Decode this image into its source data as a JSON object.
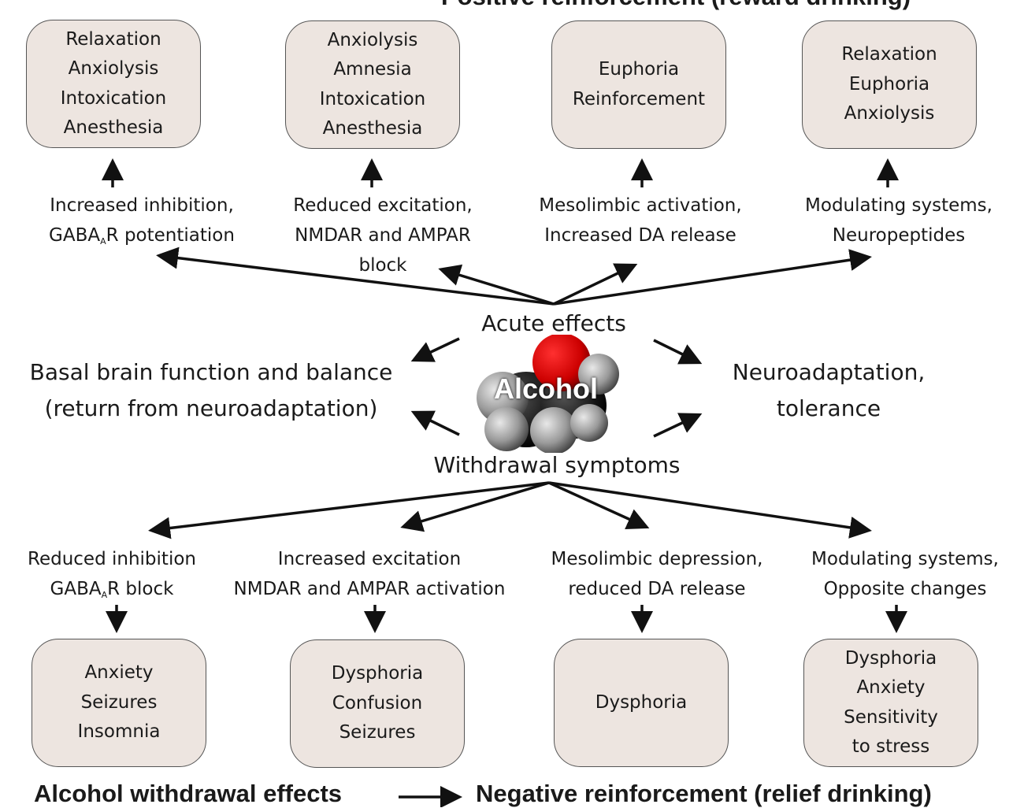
{
  "titles": {
    "top": "Positive reinforcement (reward drinking)",
    "bottom_left": "Alcohol withdrawal effects",
    "bottom_right": "Negative reinforcement (relief drinking)"
  },
  "center": {
    "molecule_label": "Alcohol",
    "acute": "Acute effects",
    "withdrawal": "Withdrawal symptoms",
    "left_line1": "Basal brain function and balance",
    "left_line2": "(return from neuroadaptation)",
    "right_line1": "Neuroadaptation,",
    "right_line2": "tolerance"
  },
  "top_boxes": [
    {
      "lines": [
        "Relaxation",
        "Anxiolysis",
        "Intoxication",
        "Anesthesia"
      ]
    },
    {
      "lines": [
        "Anxiolysis",
        "Amnesia",
        "Intoxication",
        "Anesthesia"
      ]
    },
    {
      "lines": [
        "Euphoria",
        "Reinforcement"
      ]
    },
    {
      "lines": [
        "Relaxation",
        "Euphoria",
        "Anxiolysis"
      ]
    }
  ],
  "top_mechanisms": [
    {
      "line1": "Increased inhibition,",
      "line2_pre": "GABA",
      "line2_sub": "A",
      "line2_post": "R potentiation"
    },
    {
      "line1": "Reduced excitation,",
      "line2": "NMDAR and AMPAR",
      "line3": "block"
    },
    {
      "line1": "Mesolimbic activation,",
      "line2": "Increased DA release"
    },
    {
      "line1": "Modulating systems,",
      "line2": "Neuropeptides"
    }
  ],
  "bottom_mechanisms": [
    {
      "line1": "Reduced inhibition",
      "line2_pre": "GABA",
      "line2_sub": "A",
      "line2_post": "R block"
    },
    {
      "line1": "Increased excitation",
      "line2": "NMDAR and AMPAR activation"
    },
    {
      "line1": "Mesolimbic depression,",
      "line2": "reduced DA release"
    },
    {
      "line1": "Modulating systems,",
      "line2": "Opposite changes"
    }
  ],
  "bottom_boxes": [
    {
      "lines": [
        "Anxiety",
        "Seizures",
        "Insomnia"
      ]
    },
    {
      "lines": [
        "Dysphoria",
        "Confusion",
        "Seizures"
      ]
    },
    {
      "lines": [
        "Dysphoria"
      ]
    },
    {
      "lines": [
        "Dysphoria",
        "Anxiety",
        "Sensitivity",
        "to stress"
      ]
    }
  ],
  "colors": {
    "box_fill": "#ede5e0",
    "box_border": "#555555",
    "arrow": "#111111"
  }
}
